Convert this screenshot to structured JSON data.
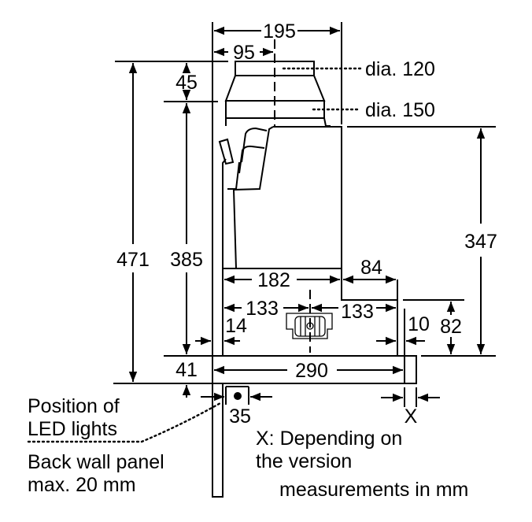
{
  "diagram": {
    "title": "Range hood installation dimensions",
    "units_note": "measurements in mm",
    "dimensions": {
      "total_width": "195",
      "center_offset": "95",
      "duct_top_height": "45",
      "total_height": "471",
      "body_height": "385",
      "front_height": "347",
      "inner_width": "182",
      "step_width": "84",
      "half_left": "133",
      "half_right": "133",
      "left_gap": "14",
      "right_gap": "10",
      "step_height": "82",
      "panel_height": "41",
      "panel_width": "290",
      "led_offset": "35",
      "variable_depth": "X"
    },
    "labels": {
      "dia_120": "dia. 120",
      "dia_150": "dia. 150",
      "led_line1": "Position of",
      "led_line2": "LED lights",
      "wall_line1": "Back wall panel",
      "wall_line2": "max. 20 mm",
      "x_note_line1": "X: Depending on",
      "x_note_line2": "the version"
    }
  }
}
